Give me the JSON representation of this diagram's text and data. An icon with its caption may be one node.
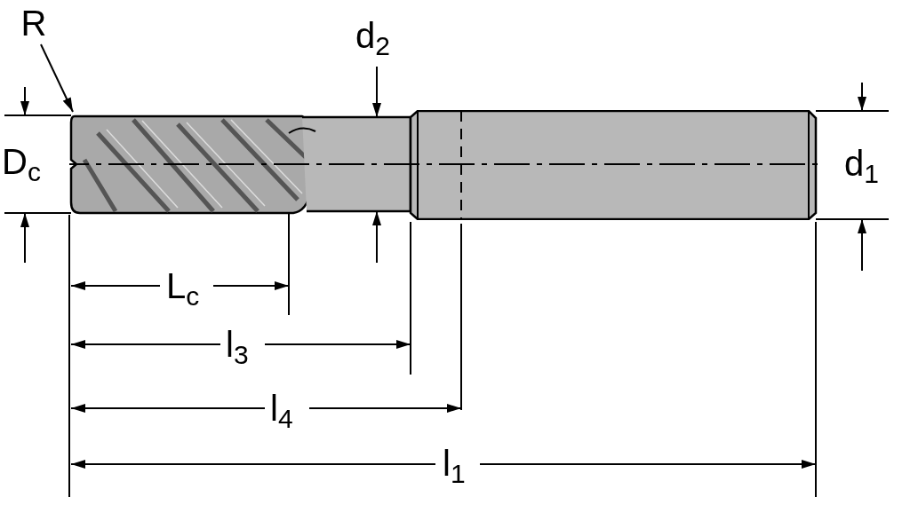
{
  "diagram": {
    "nodes": [
      {
        "text": [
          "R"
        ]
      },
      {
        "text": [],
        "shape": "picture"
      }
    ],
    "edges": [
      {
        "from": 0,
        "to": 1,
        "arrow": "to"
      }
    ],
    "labels": [
      "d$_{2}$",
      "D$_{c}$",
      "d$_{1}$",
      "L$_{c}$",
      "l$_{3}$",
      "l$_{4}$",
      "l$_{1}$"
    ]
  }
}
